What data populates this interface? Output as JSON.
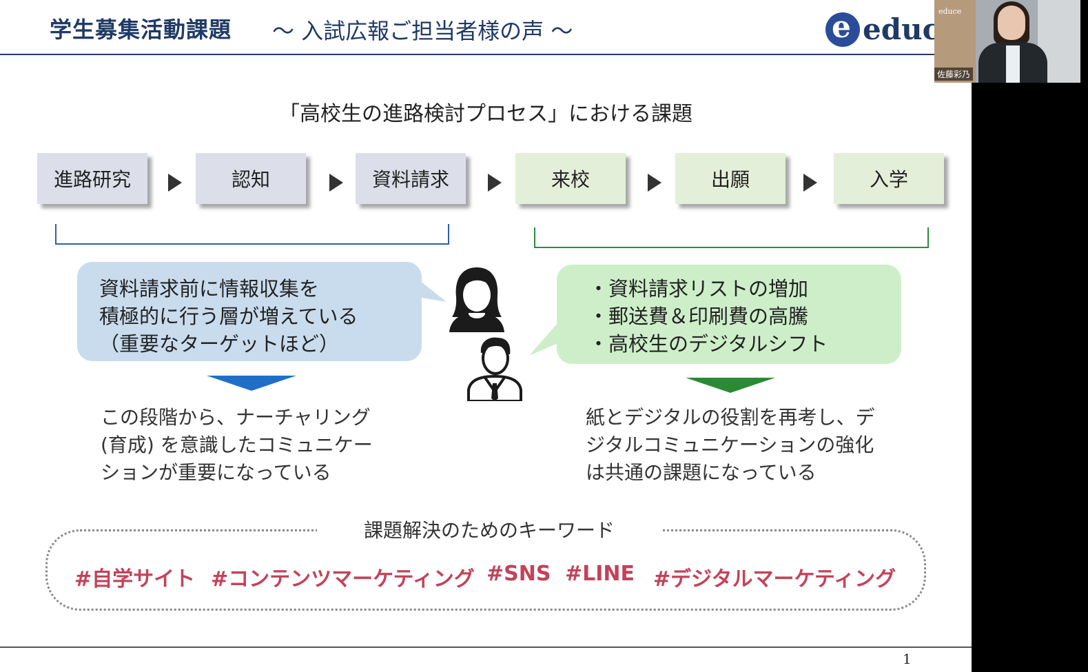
{
  "header": {
    "title": "学生募集活動課題",
    "subtitle": "～ 入試広報ご担当者様の声 ～",
    "logo_letter": "e",
    "logo_text": "educ"
  },
  "heading": "「高校生の進路検討プロセス」における課題",
  "steps": [
    {
      "label": "進路研究",
      "color": "#dcdfea"
    },
    {
      "label": "認知",
      "color": "#dcdfea"
    },
    {
      "label": "資料請求",
      "color": "#dcdfea"
    },
    {
      "label": "来校",
      "color": "#e3efd8"
    },
    {
      "label": "出願",
      "color": "#e3efd8"
    },
    {
      "label": "入学",
      "color": "#e3efd8"
    }
  ],
  "left_bubble": {
    "lines": [
      "資料請求前に情報収集を",
      "積極的に行う層が増えている",
      "（重要なターゲットほど）"
    ],
    "color": "#c9dcee"
  },
  "right_bubble": {
    "lines": [
      "・資料請求リストの増加",
      "・郵送費＆印刷費の高騰",
      "・高校生のデジタルシフト"
    ],
    "color": "#cdeec9"
  },
  "icons": [
    "female-person-icon",
    "male-person-icon"
  ],
  "left_conclusion": [
    "この段階から、ナーチャリング",
    "(育成) を意識したコミュニケー",
    "ションが重要になっている"
  ],
  "right_conclusion": [
    "紙とデジタルの役割を再考し、デ",
    "ジタルコミュニケーションの強化",
    "は共通の課題になっている"
  ],
  "keywords_title": "課題解決のためのキーワード",
  "keywords": [
    "#自学サイト",
    "#コンテンツマーケティング",
    "#SNS",
    "#LINE",
    "#デジタルマーケティング"
  ],
  "keyword_color": "#c2435a",
  "page_number": "1",
  "video": {
    "participant_name": "佐藤彩乃",
    "logo": "educe"
  }
}
